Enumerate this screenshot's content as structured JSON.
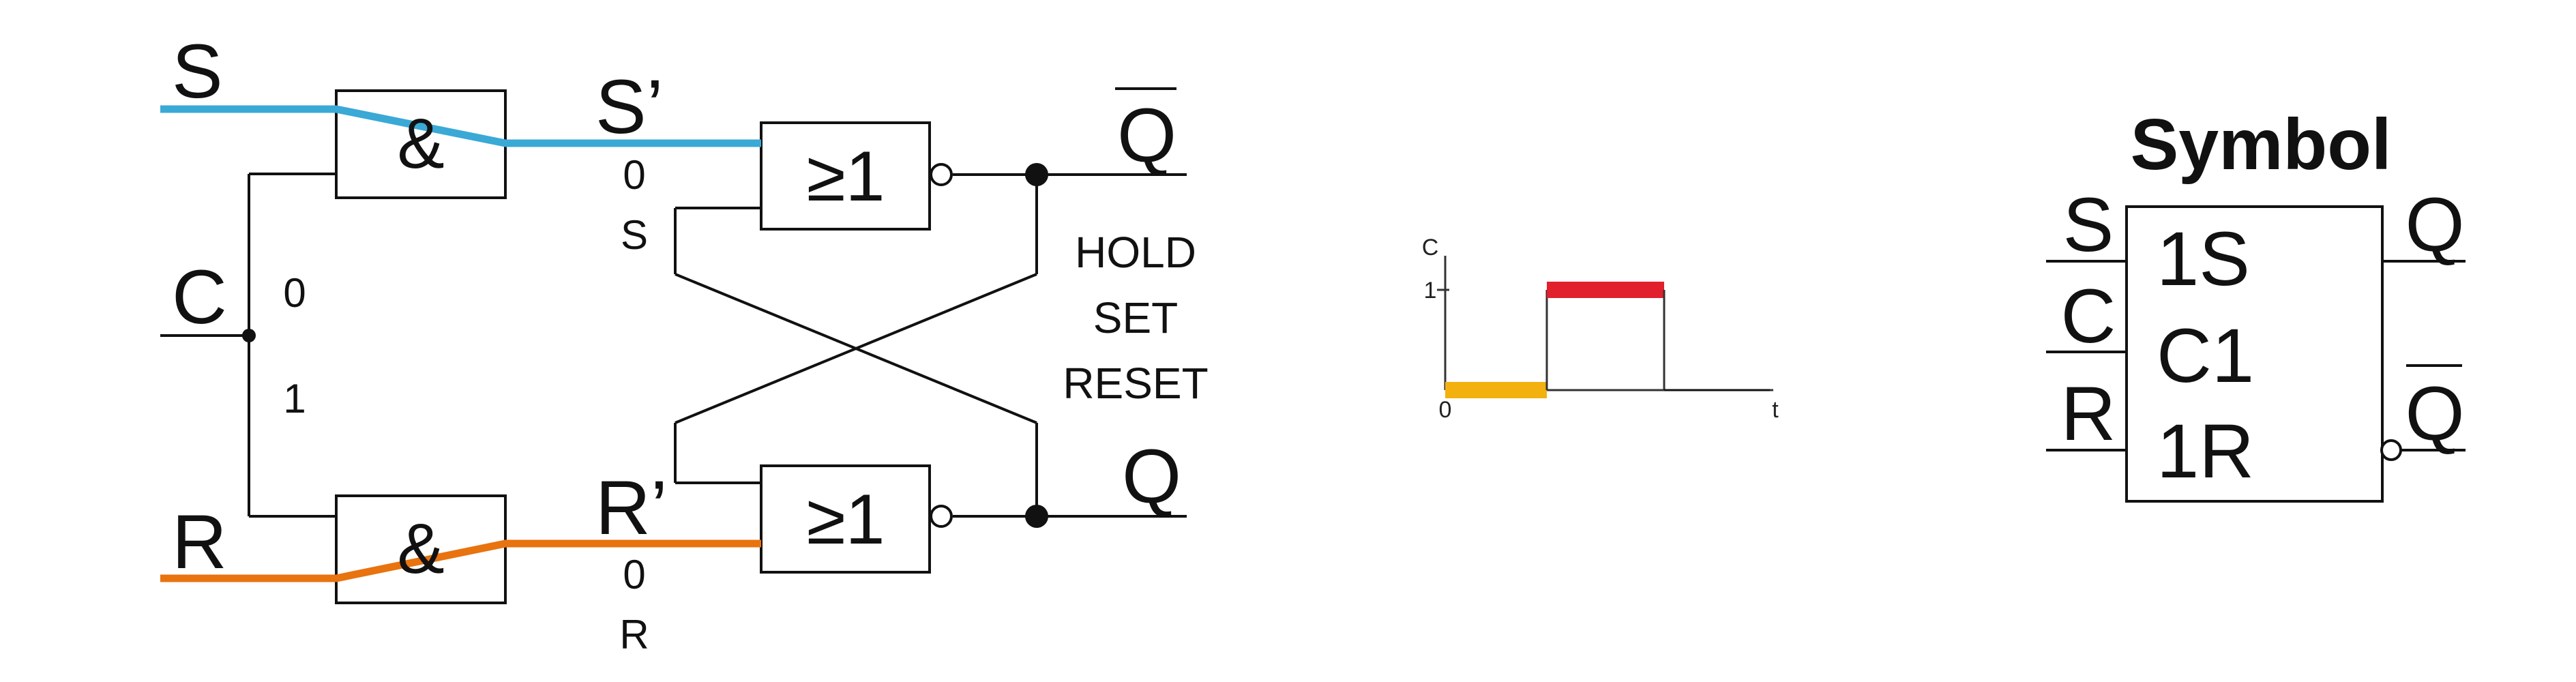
{
  "colors": {
    "set": "#3aa9d6",
    "reset": "#e8730f",
    "hold": "#9ab51e",
    "zero": "#f2b10f",
    "one": "#e11f2d",
    "line": "#111111"
  },
  "circuit": {
    "inputs": {
      "s": "S",
      "c": "C",
      "r": "R"
    },
    "and_top": "&",
    "and_bottom": "&",
    "nor_top": "≥1",
    "nor_bottom": "≥1",
    "s_prime": "S’",
    "r_prime": "R’",
    "s_prime_values": [
      "0",
      "S"
    ],
    "r_prime_values": [
      "0",
      "R"
    ],
    "c_values": [
      "0",
      "1"
    ],
    "states": [
      "HOLD",
      "SET",
      "RESET"
    ],
    "output_top": "Q",
    "output_bottom": "Q"
  },
  "timing": {
    "y_axis_label": "C",
    "x_axis_label": "t",
    "y_tick": "1",
    "origin": "0",
    "phases": [
      {
        "value": 0,
        "color": "zero"
      },
      {
        "value": 1,
        "color": "one"
      },
      {
        "value": 0,
        "color": "line"
      }
    ]
  },
  "symbol": {
    "title": "Symbol",
    "inputs": [
      "S",
      "C",
      "R"
    ],
    "pins": [
      "1S",
      "C1",
      "1R"
    ],
    "outputs": [
      "Q",
      "Q"
    ]
  }
}
